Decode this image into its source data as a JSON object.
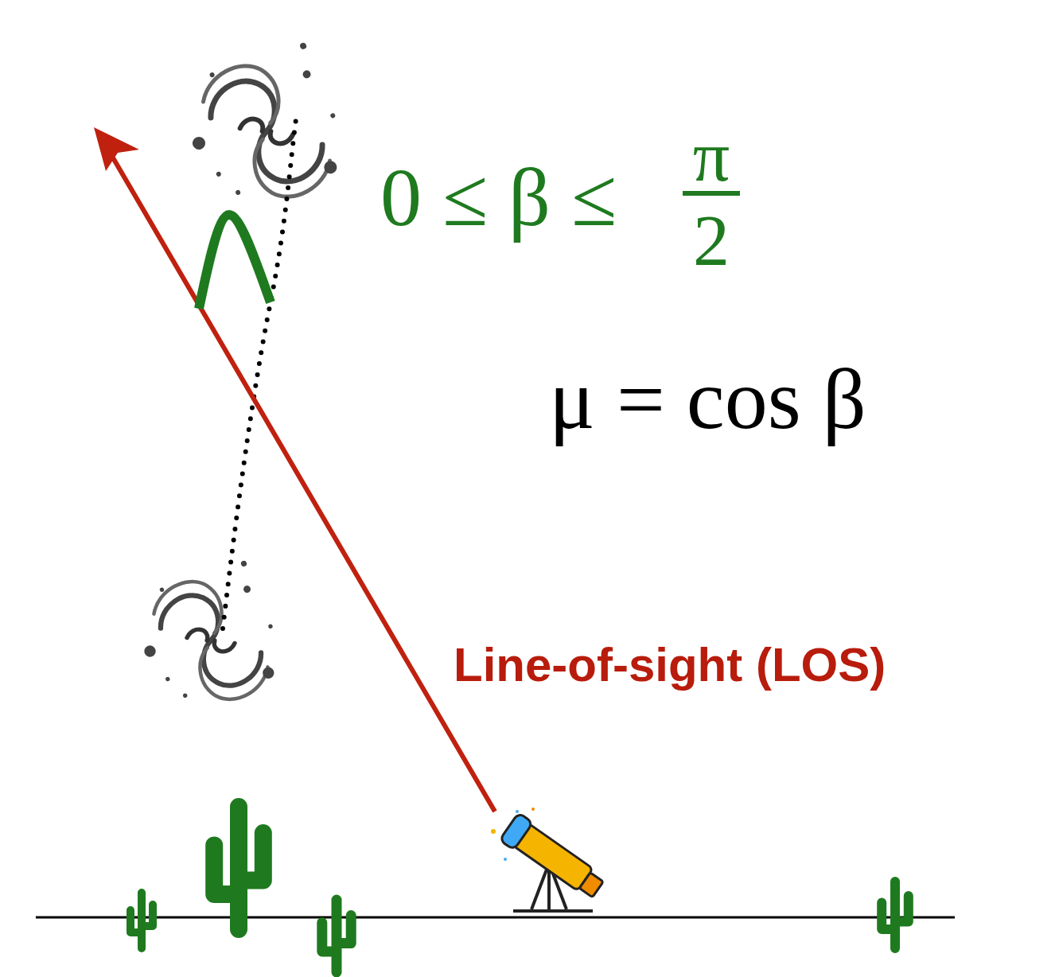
{
  "diagram": {
    "labels": [
      "0 ≤ β ≤",
      "π",
      "2",
      "μ = cos β",
      "Line-of-sight (LOS)"
    ]
  }
}
